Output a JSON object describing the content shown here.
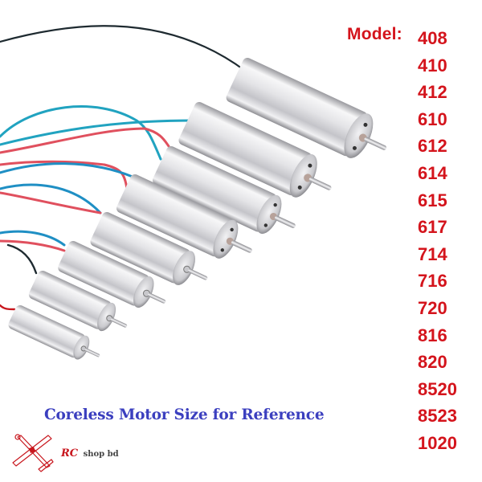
{
  "header": {
    "model_label": "Model:"
  },
  "models": [
    "408",
    "410",
    "412",
    "610",
    "612",
    "614",
    "615",
    "617",
    "714",
    "716",
    "720",
    "816",
    "820",
    "8520",
    "8523",
    "1020"
  ],
  "caption": "Coreless Motor Size for Reference",
  "logo": {
    "brand_rc": "RC",
    "brand_rest": "shop bd",
    "icon": "airplane-icon"
  },
  "colors": {
    "model_text": "#d4141c",
    "caption_text": "#3b3fbf",
    "wire_red": "#e0505e",
    "wire_blue": "#1f8fc4",
    "wire_cyan": "#21a3c0",
    "wire_black": "#1e2a30",
    "motor_silver": "#d9d9dc",
    "background": "#ffffff"
  },
  "photo": {
    "subject": "coreless-dc-motors",
    "motor_count": 8
  }
}
